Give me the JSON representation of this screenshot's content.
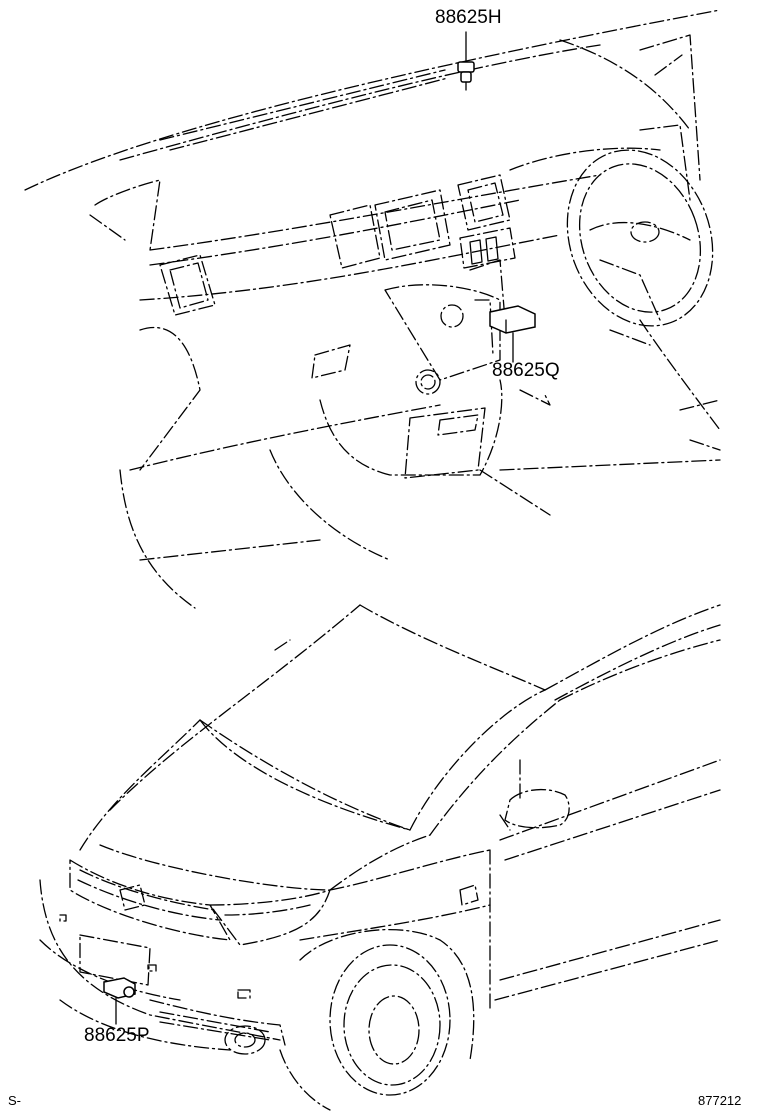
{
  "parts": {
    "upper": "88625H",
    "middle": "88625Q",
    "lower": "88625P"
  },
  "corner": {
    "left": "S-",
    "right": "877212"
  }
}
